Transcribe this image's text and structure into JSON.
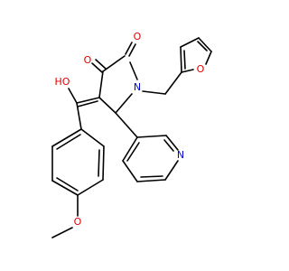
{
  "atoms": {
    "o_ring_ketone": {
      "text": "O",
      "color": "#e00000"
    },
    "o_lactam": {
      "text": "O",
      "color": "#e00000"
    },
    "n_lactam": {
      "text": "N",
      "color": "#0000e0"
    },
    "o_furan": {
      "text": "O",
      "color": "#e00000"
    },
    "o_hydroxyl": {
      "text": "HO",
      "color": "#e00000"
    },
    "n_pyridine": {
      "text": "N",
      "color": "#0000e0"
    },
    "o_methoxy": {
      "text": "O",
      "color": "#e00000"
    }
  },
  "colors": {
    "bond": "#000000",
    "background": "#ffffff"
  }
}
